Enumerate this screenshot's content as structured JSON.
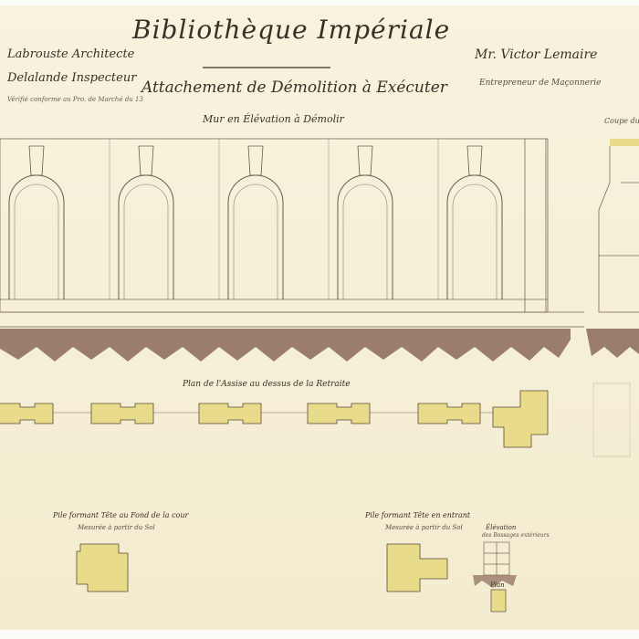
{
  "title": "Bibliothèque Impériale",
  "architect": "Labrouste Architecte",
  "inspector": "Delalande Inspecteur",
  "note": "Vérifié conforme au Pro. de Marché du 13",
  "heading": "Attachement de Démolition à Exécuter",
  "subheading": "Mur en Élévation à Démolir",
  "contractor": "Mr. Victor Lemaire",
  "contractor_role": "Entrepreneur de Maçonnerie",
  "section_label": "Coupe du Mu",
  "plan_label": "Plan de l'Assise au dessus de la Retraite",
  "pile1_label": "Pile formant Tête au Fond de la cour",
  "pile1_sub": "Mesurée à partir du Sol",
  "pile2_label": "Pile formant Tête en entrant",
  "pile2_sub": "Mesurée à partir du Sol",
  "elevation_label": "Élévation",
  "elevation_sub": "des Bossages extérieurs",
  "plan_small_label": "Plan",
  "colors": {
    "paper": "#f4eed4",
    "ink": "#3a2f26",
    "wash_yellow": "#e8dc8a",
    "wash_brown": "#8a6a58"
  }
}
